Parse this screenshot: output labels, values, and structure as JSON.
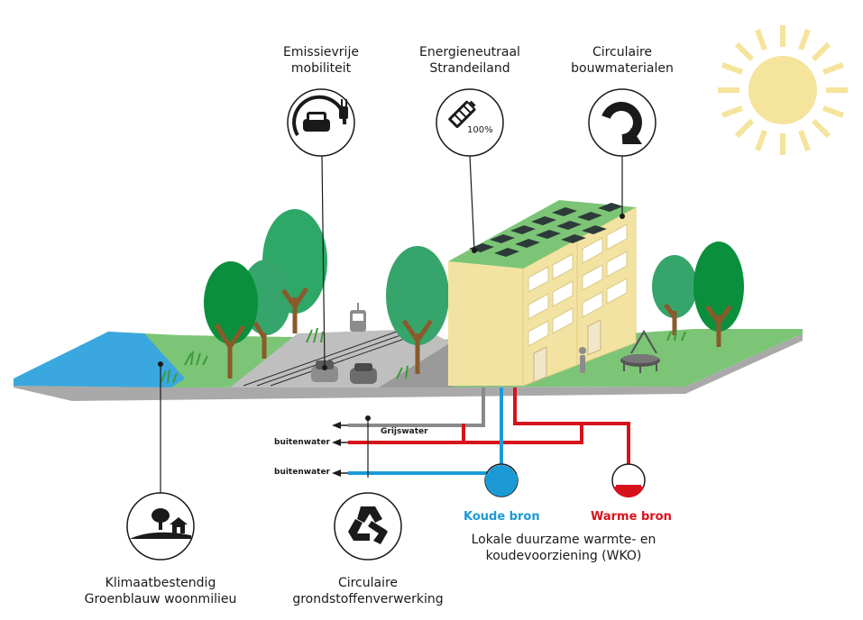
{
  "labels": {
    "emissievrij": [
      "Emissievrije",
      "mobiliteit"
    ],
    "energie": [
      "Energieneutraal",
      "Strandeiland"
    ],
    "circulair_bouw": [
      "Circulaire",
      "bouwmaterialen"
    ],
    "klimaat": [
      "Klimaatbestendig",
      "Groenblauw woonmilieu"
    ],
    "grondstoffen": [
      "Circulaire",
      "grondstoffenverwerking"
    ],
    "wko": [
      "Lokale duurzame warmte- en",
      "koudevoorziening (WKO)"
    ]
  },
  "pipes": {
    "grijswater": "Grijswater",
    "buitenwater_1": "buitenwater",
    "buitenwater_2": "buitenwater"
  },
  "sources": {
    "koude": "Koude bron",
    "warme": "Warme bron"
  },
  "battery_level": "100%",
  "colors": {
    "cold": "#1b9ad6",
    "warm": "#d8121b",
    "grey_pipe": "#8a8a8a",
    "water": "#3aa8de",
    "grass": "#7cc576",
    "tree_dark": "#0a8f3c",
    "tree_mid": "#2ea866",
    "building": "#f3e3a2",
    "sun": "#f5e49c"
  },
  "icons": [
    "ev-car-plug-icon",
    "battery-icon",
    "recycle-arrow-icon",
    "tree-house-icon",
    "recycle-icon",
    "sun-icon",
    "tram-icon",
    "car-icon",
    "person-icon",
    "trampoline-icon",
    "swing-icon",
    "solar-panel-icon"
  ]
}
